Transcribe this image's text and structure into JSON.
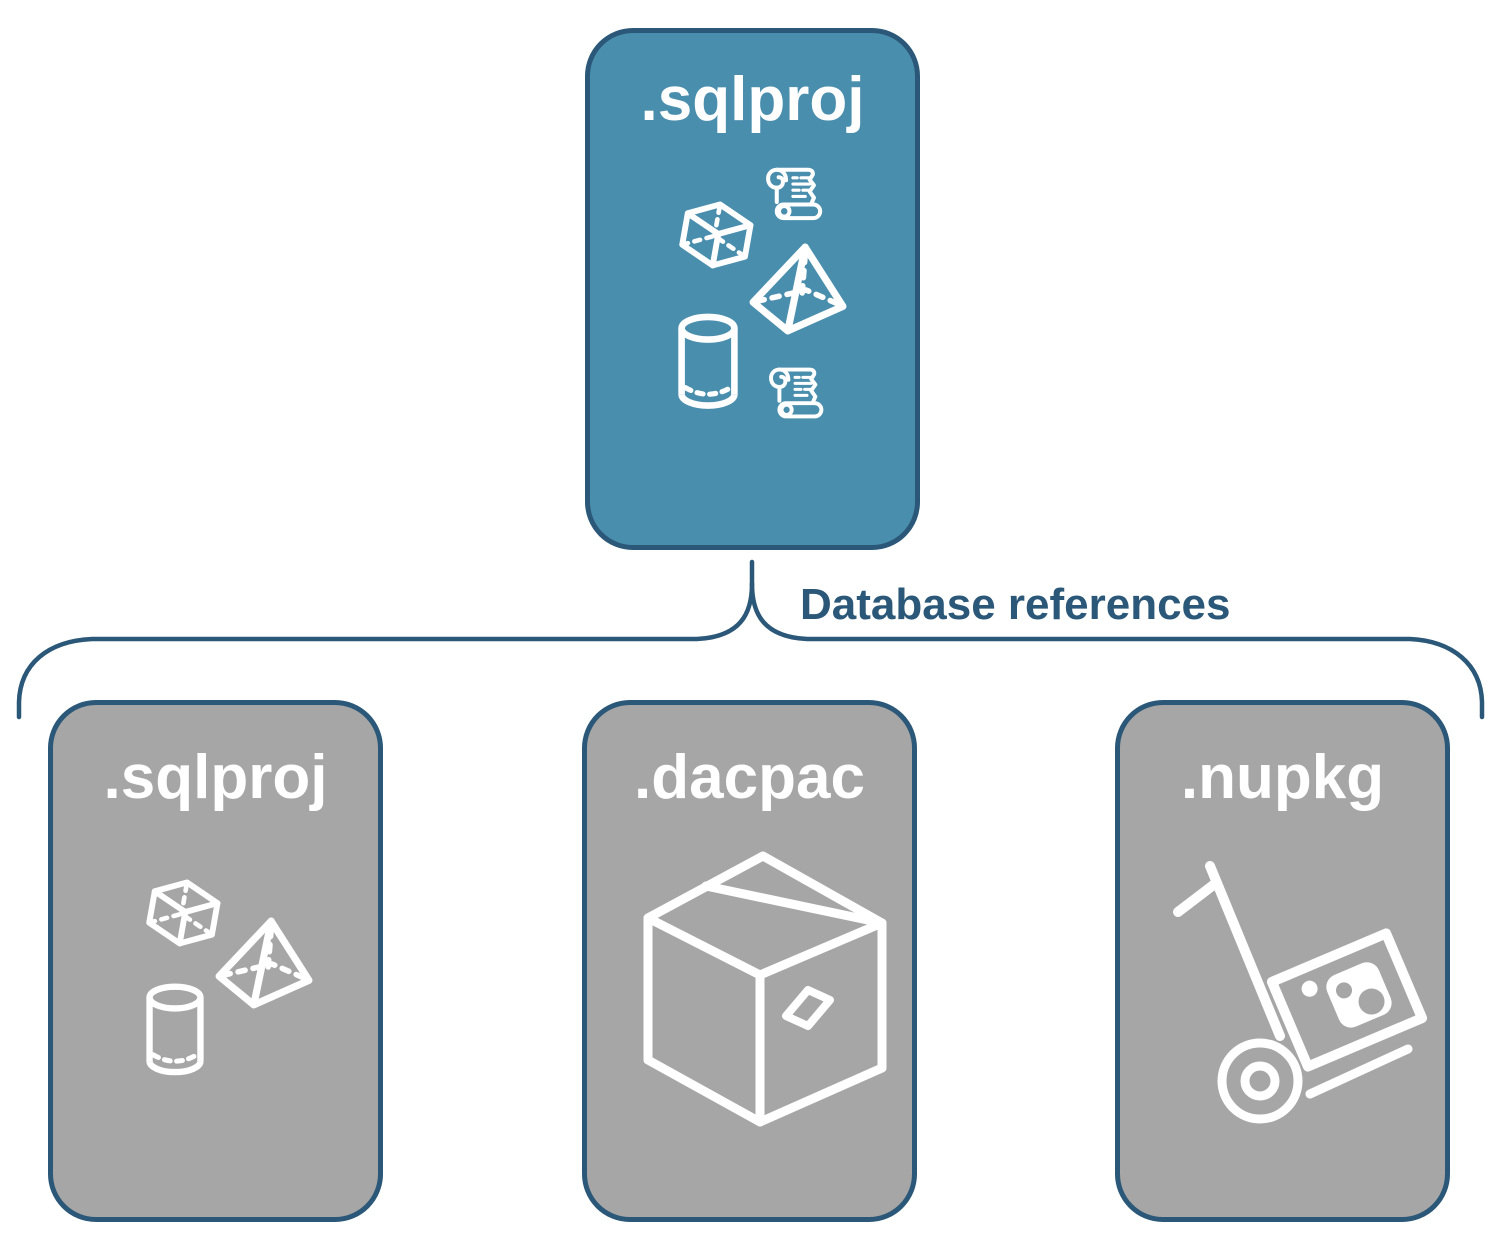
{
  "diagram": {
    "background": "#FFFFFF",
    "root_card": {
      "label": ".sqlproj",
      "fill": "#4A8EAE",
      "border": "#2B5878",
      "icons": [
        "cube-icon",
        "scroll-icon",
        "pyramid-icon",
        "cylinder-icon",
        "scroll-icon"
      ]
    },
    "connector": {
      "label": "Database references",
      "color": "#2B5878"
    },
    "child_cards": [
      {
        "label": ".sqlproj",
        "fill": "#A6A6A6",
        "border": "#2B5878",
        "icons": [
          "cube-icon",
          "pyramid-icon",
          "cylinder-icon"
        ]
      },
      {
        "label": ".dacpac",
        "fill": "#A6A6A6",
        "border": "#2B5878",
        "icons": [
          "package-box-icon"
        ]
      },
      {
        "label": ".nupkg",
        "fill": "#A6A6A6",
        "border": "#2B5878",
        "icons": [
          "hand-truck-icon"
        ]
      }
    ],
    "icon_color": "#FFFFFF"
  }
}
